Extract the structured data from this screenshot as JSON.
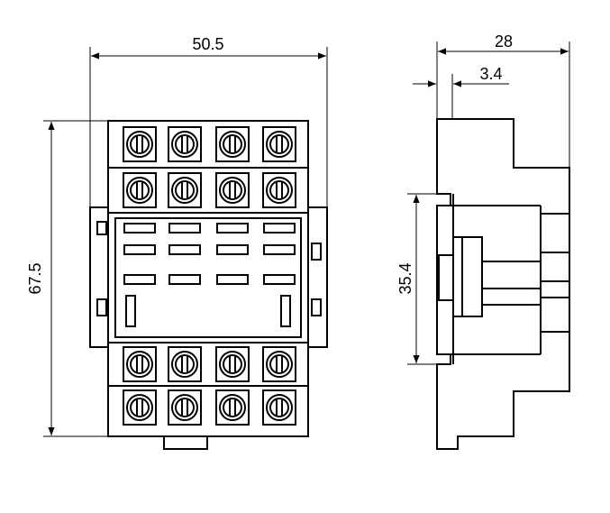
{
  "diagram": {
    "dimensions": {
      "front_width": "50.5",
      "front_height": "67.5",
      "side_depth": "28",
      "side_offset": "3.4",
      "side_height": "35.4"
    }
  }
}
